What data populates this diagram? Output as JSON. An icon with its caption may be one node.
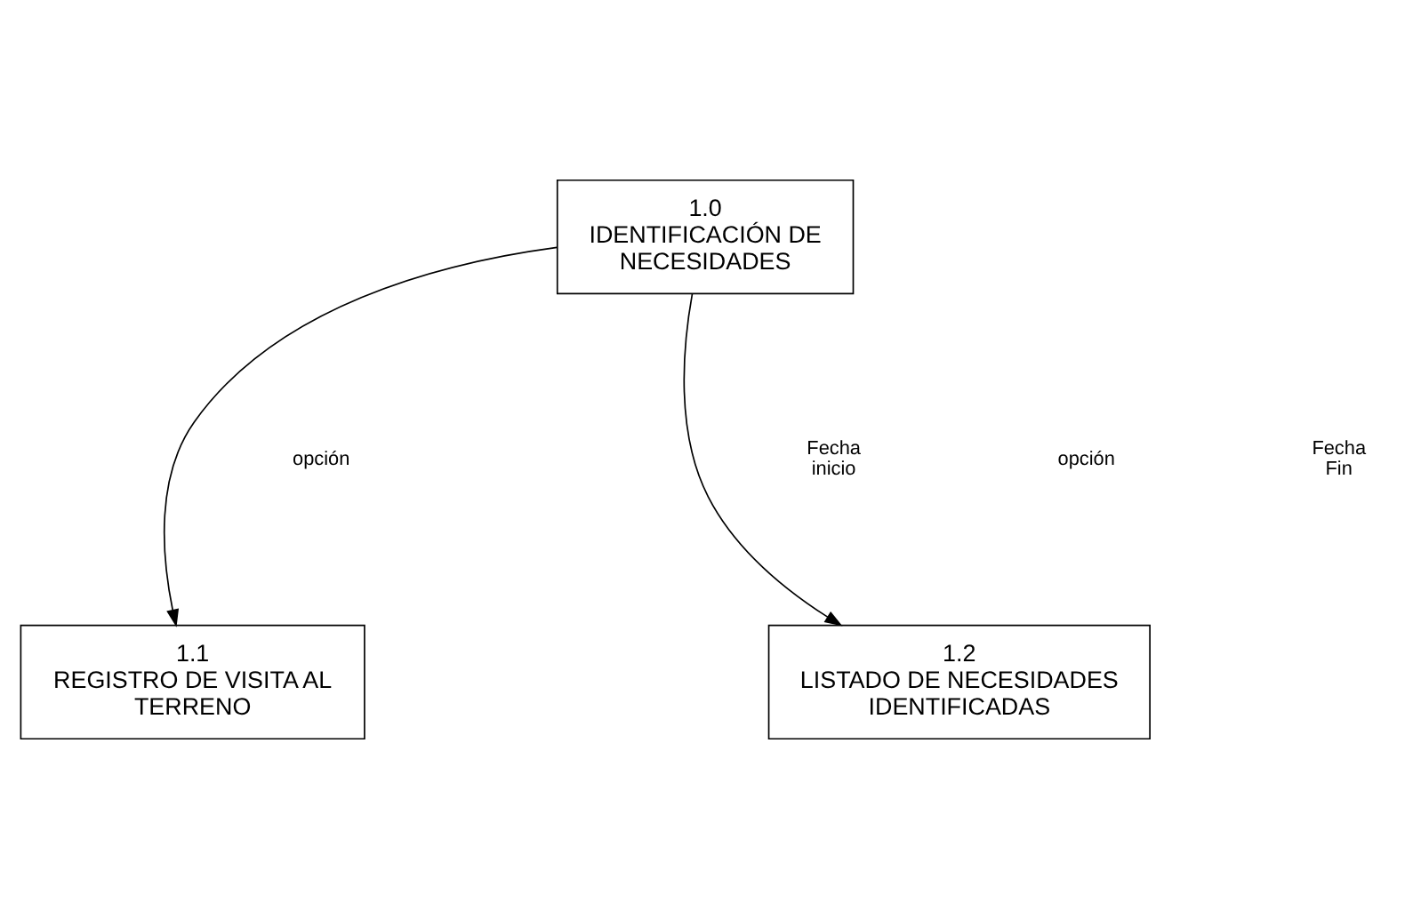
{
  "diagram": {
    "nodes": [
      {
        "text": [
          "1.0",
          "IDENTIFICACIÓN DE NECESIDADES"
        ]
      },
      {
        "text": [
          "1.1",
          "REGISTRO DE VISITA AL TERRENO"
        ]
      },
      {
        "text": [
          "1.2",
          "LISTADO DE NECESIDADES IDENTIFICADAS"
        ]
      }
    ],
    "edges": [
      {
        "from": 0,
        "to": 1,
        "arrow": "to"
      },
      {
        "from": 0,
        "to": 2,
        "arrow": "to"
      }
    ],
    "labels": [
      "Fecha inicio",
      "opción",
      "opción",
      "Fecha Fin"
    ]
  }
}
